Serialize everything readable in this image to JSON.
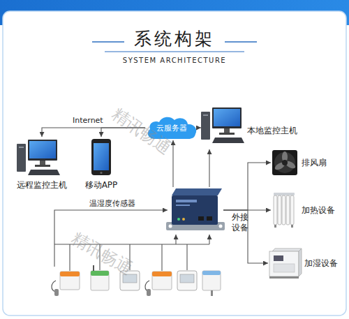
{
  "diagram": {
    "title": "系统构架",
    "nodes": [
      {
        "text": [
          "远程监控主机"
        ]
      },
      {
        "text": [
          "移动APP"
        ]
      },
      {
        "text": [
          "云服务器"
        ]
      },
      {
        "text": [
          "本地监控主机"
        ]
      },
      {
        "text": []
      },
      {
        "text": [
          "排风扇"
        ]
      },
      {
        "text": [
          "加热设备"
        ]
      },
      {
        "text": [
          "加湿设备"
        ]
      },
      {
        "text": []
      }
    ],
    "edges": [
      {
        "from": 2,
        "to": 0,
        "arrow": "to",
        "label": "Internet"
      },
      {
        "from": 2,
        "to": 1,
        "arrow": "to"
      },
      {
        "from": 2,
        "to": 3,
        "arrow": "to"
      },
      {
        "from": 4,
        "to": 2,
        "arrow": "to"
      },
      {
        "from": 4,
        "to": 3,
        "arrow": "to"
      },
      {
        "from": 4,
        "to": 5,
        "arrow": "to"
      },
      {
        "from": 4,
        "to": 6,
        "arrow": "to"
      },
      {
        "from": 4,
        "to": 7,
        "arrow": "to"
      },
      {
        "from": 8,
        "to": 4,
        "arrow": "to",
        "label": "温湿度传感器"
      }
    ],
    "labels": [
      "SYSTEM ARCHITECTURE",
      "外接设备",
      "精讯畅通",
      "精讯畅通"
    ]
  }
}
